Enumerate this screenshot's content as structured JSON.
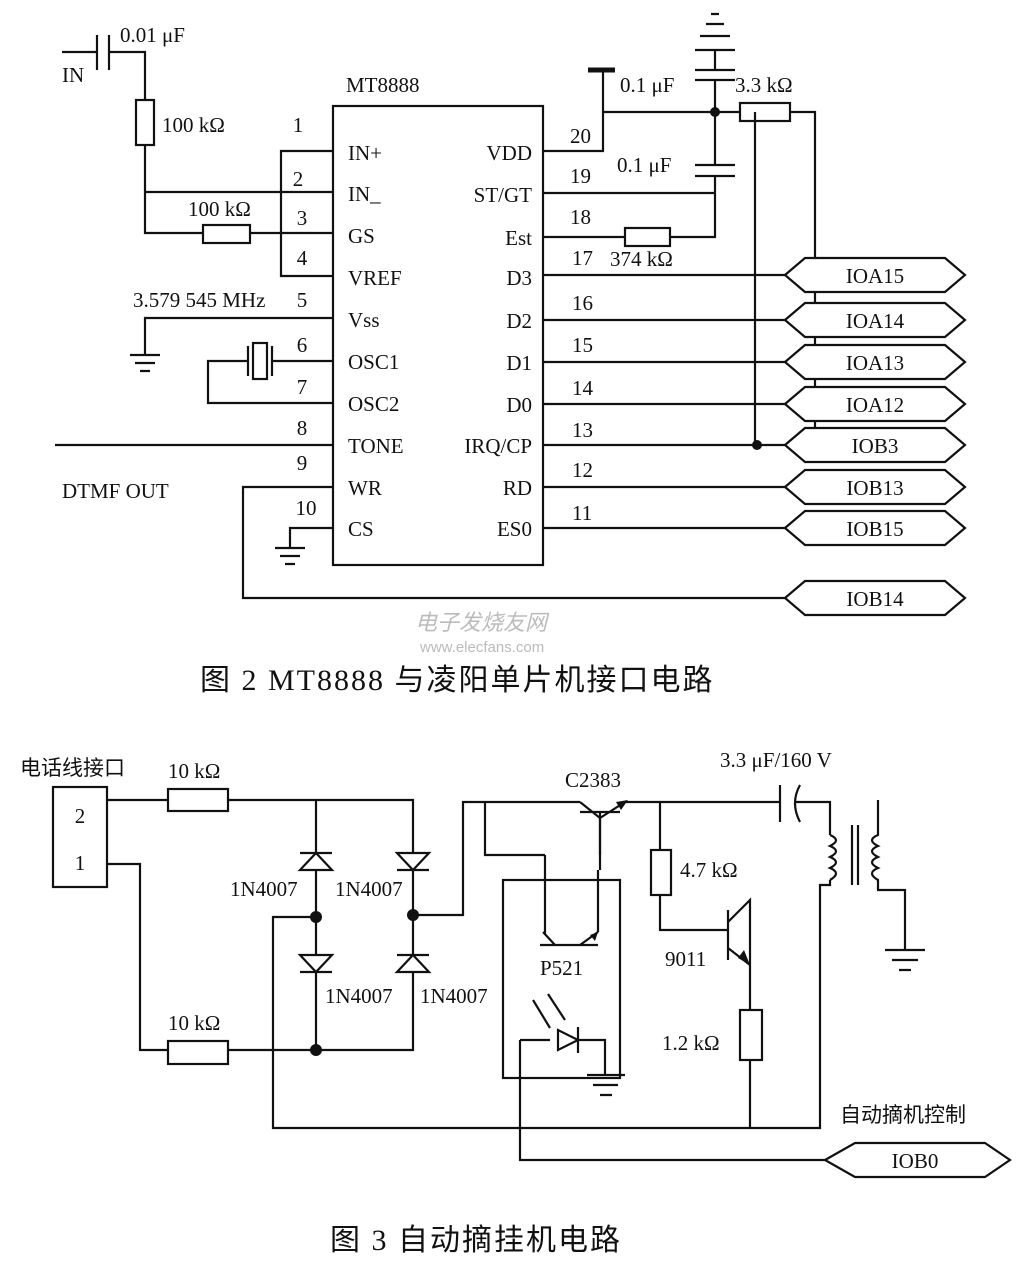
{
  "figure2": {
    "chip_name": "MT8888",
    "input_label": "IN",
    "input_cap": "0.01 μF",
    "res_in": "100 kΩ",
    "res_gs": "100 kΩ",
    "crystal": "3.579 545 MHz",
    "dtmf_out": "DTMF OUT",
    "left_pins": [
      {
        "num": "1",
        "name": "IN+"
      },
      {
        "num": "2",
        "name": "IN_"
      },
      {
        "num": "3",
        "name": "GS"
      },
      {
        "num": "4",
        "name": "VREF"
      },
      {
        "num": "5",
        "name": "Vss"
      },
      {
        "num": "6",
        "name": "OSC1"
      },
      {
        "num": "7",
        "name": "OSC2"
      },
      {
        "num": "8",
        "name": "TONE"
      },
      {
        "num": "9",
        "name": "WR"
      },
      {
        "num": "10",
        "name": "CS"
      }
    ],
    "right_pins": [
      {
        "num": "20",
        "name": "VDD"
      },
      {
        "num": "19",
        "name": "ST/GT"
      },
      {
        "num": "18",
        "name": "Est"
      },
      {
        "num": "17",
        "name": "D3"
      },
      {
        "num": "16",
        "name": "D2"
      },
      {
        "num": "15",
        "name": "D1"
      },
      {
        "num": "14",
        "name": "D0"
      },
      {
        "num": "13",
        "name": "IRQ/CP"
      },
      {
        "num": "12",
        "name": "RD"
      },
      {
        "num": "11",
        "name": "ES0"
      }
    ],
    "cap_vdd": "0.1 μF",
    "res_vdd": "3.3 kΩ",
    "cap_stgt": "0.1 μF",
    "res_est": "374 kΩ",
    "ports": [
      "IOA15",
      "IOA14",
      "IOA13",
      "IOA12",
      "IOB3",
      "IOB13",
      "IOB15",
      "IOB14"
    ],
    "caption": "图 2   MT8888 与凌阳单片机接口电路"
  },
  "watermark": {
    "text": "电子发烧友网",
    "url": "www.elecfans.com"
  },
  "figure3": {
    "connector_label": "电话线接口",
    "connector_pins": [
      "2",
      "1"
    ],
    "res_top": "10 kΩ",
    "res_bottom": "10 kΩ",
    "diodes": [
      "1N4007",
      "1N4007",
      "1N4007",
      "1N4007"
    ],
    "transistor1": "C2383",
    "optocoupler": "P521",
    "res_47": "4.7 kΩ",
    "transistor2": "9011",
    "res_12": "1.2 kΩ",
    "cap_out": "3.3 μF/160 V",
    "control_label": "自动摘机控制",
    "port": "IOB0",
    "caption": "图 3   自动摘挂机电路"
  }
}
